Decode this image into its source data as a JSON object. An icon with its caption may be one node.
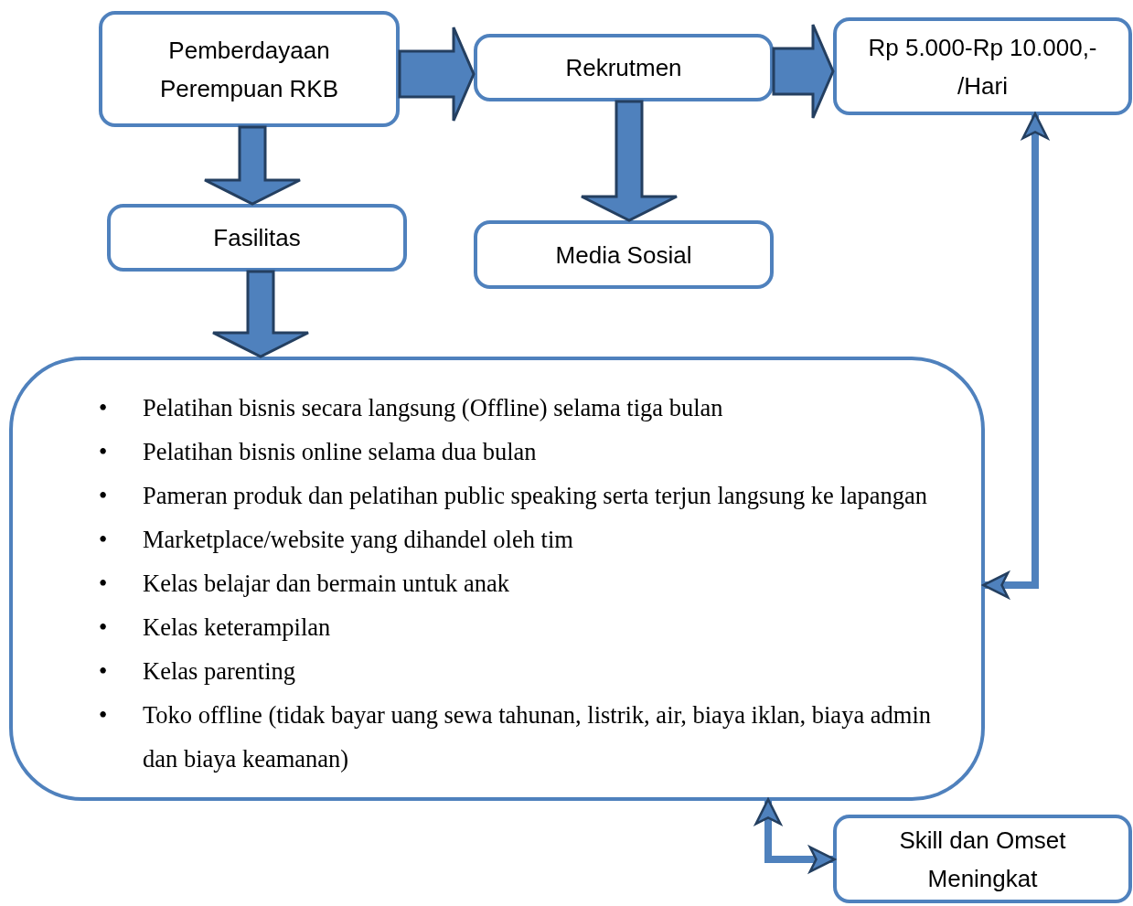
{
  "diagram": {
    "nodes": [
      {
        "text": [
          "Pemberdayaan Perempuan RKB"
        ]
      },
      {
        "text": [
          "Rekrutmen"
        ]
      },
      {
        "text": [
          "Rp 5.000-Rp 10.000,- /Hari"
        ]
      },
      {
        "text": [
          "Fasilitas"
        ]
      },
      {
        "text": [
          "Media Sosial"
        ]
      },
      {
        "text": [
          "Pelatihan bisnis secara langsung (Offline) selama tiga bulan",
          "Pelatihan bisnis online selama dua bulan",
          "Pameran produk dan pelatihan public speaking serta terjun langsung ke lapangan",
          "Marketplace/website yang dihandel oleh tim",
          "Kelas belajar dan bermain untuk anak",
          "Kelas keterampilan",
          "Kelas parenting",
          "Toko offline (tidak bayar uang sewa tahunan, listrik, air, biaya iklan, biaya admin dan biaya keamanan)"
        ]
      },
      {
        "text": [
          "Skill dan Omset Meningkat"
        ]
      }
    ],
    "edges": [
      {
        "from": 0,
        "to": 1,
        "arrow": "to"
      },
      {
        "from": 1,
        "to": 2,
        "arrow": "to"
      },
      {
        "from": 0,
        "to": 3,
        "arrow": "to"
      },
      {
        "from": 1,
        "to": 4,
        "arrow": "to"
      },
      {
        "from": 3,
        "to": 5,
        "arrow": "to"
      },
      {
        "from": 2,
        "to": 5,
        "arrow": "both"
      },
      {
        "from": 5,
        "to": 6,
        "arrow": "both"
      }
    ],
    "labels": [
      "•",
      "•",
      "•",
      "•",
      "•",
      "•",
      "•",
      "•"
    ]
  }
}
